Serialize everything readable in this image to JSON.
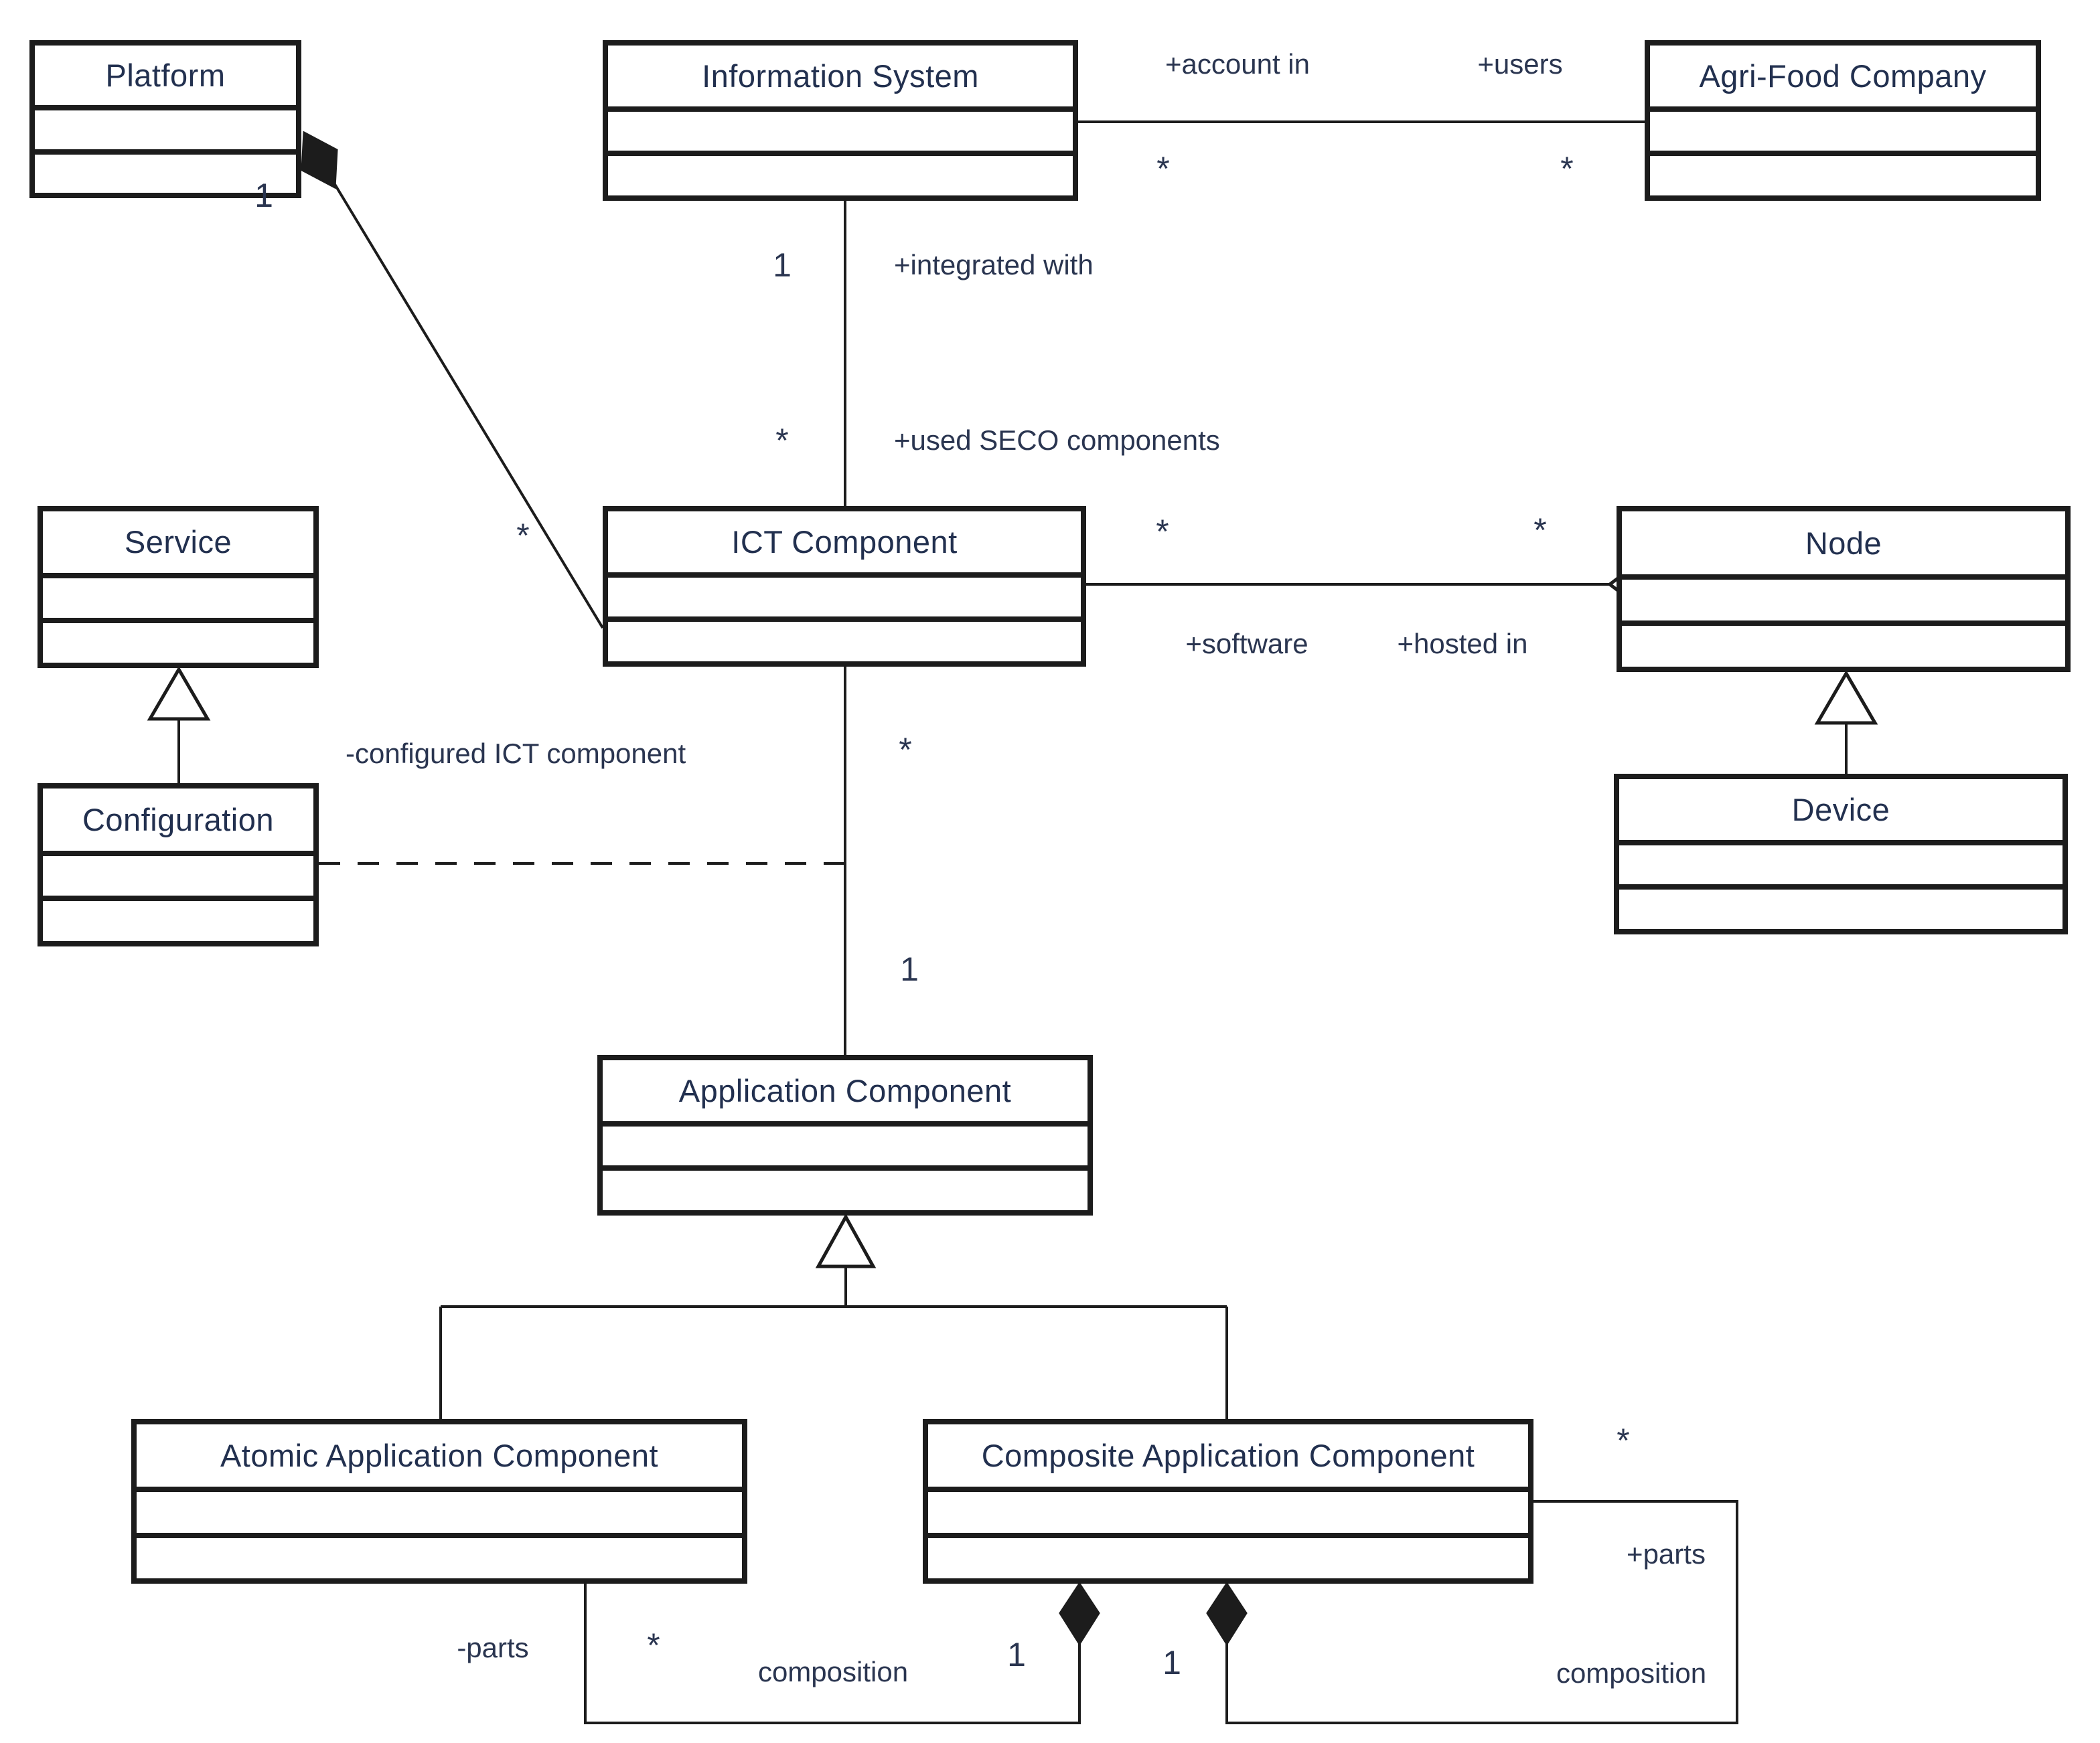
{
  "diagram": {
    "kind": "uml-class-diagram",
    "subject": "Software ecosystem / agri-food ICT meta-model"
  },
  "colors": {
    "bg": "#ffffff",
    "line": "#1c1c1c",
    "title-text": "#22304f",
    "label-text": "#2a3550"
  },
  "classes": [
    {
      "name": "Platform"
    },
    {
      "name": "Information System"
    },
    {
      "name": "Agri-Food Company"
    },
    {
      "name": "Service"
    },
    {
      "name": "ICT Component"
    },
    {
      "name": "Node"
    },
    {
      "name": "Configuration"
    },
    {
      "name": "Device"
    },
    {
      "name": "Application Component"
    },
    {
      "name": "Atomic Application Component"
    },
    {
      "name": "Composite Application Component"
    }
  ],
  "labels": {
    "account_in": "+account in",
    "users": "+users",
    "m_account_star": "*",
    "m_users_star": "*",
    "m_integrated_one": "1",
    "integrated_with": "+integrated with",
    "m_used_star": "*",
    "used_seco": "+used SECO components",
    "m_platform_one": "1",
    "m_platform_star": "*",
    "m_software_star": "*",
    "m_hosted_star": "*",
    "software": "+software",
    "hosted_in": "+hosted in",
    "configured_ict": "-configured ICT component",
    "m_app_star": "*",
    "m_app_one": "1",
    "parts_minus": "-parts",
    "m_parts_left_star": "*",
    "composition_left": "composition",
    "m_comp_left_one": "1",
    "m_comp_right_one": "1",
    "m_parts_right_star": "*",
    "parts_plus": "+parts",
    "composition_right": "composition"
  }
}
